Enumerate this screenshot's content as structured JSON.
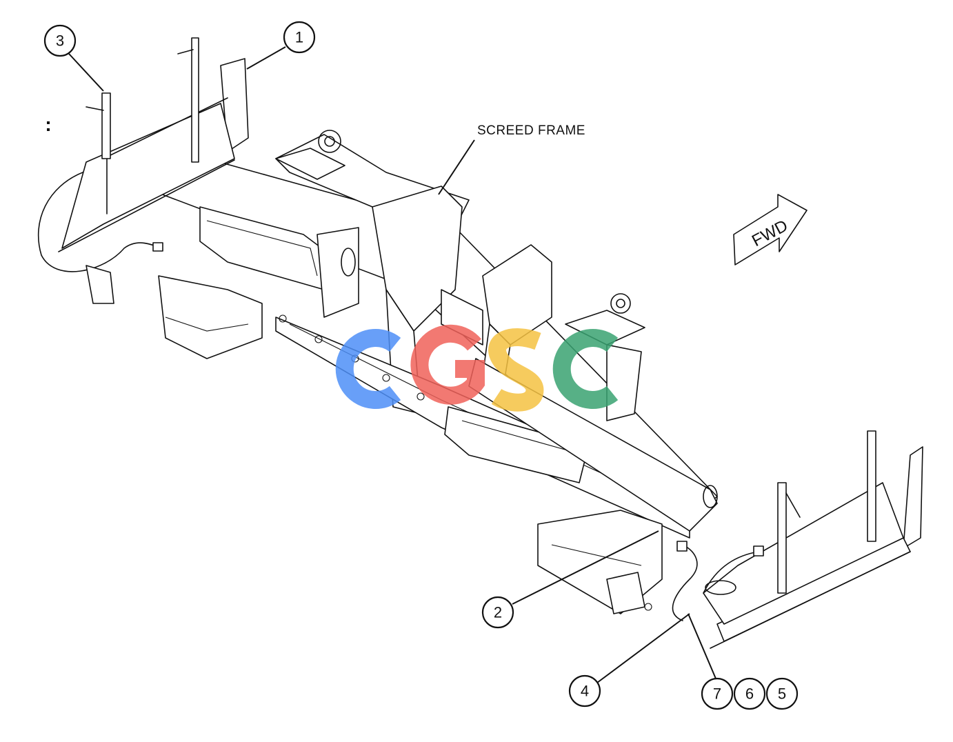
{
  "diagram": {
    "frame_label": "SCREED FRAME",
    "direction_label": "FWD",
    "callouts": [
      "1",
      "2",
      "3",
      "4",
      "5",
      "6",
      "7"
    ],
    "watermark": "CGSC",
    "watermark_colors": [
      "#4e8ff7",
      "#f0625a",
      "#f5c242",
      "#3aa372"
    ]
  }
}
